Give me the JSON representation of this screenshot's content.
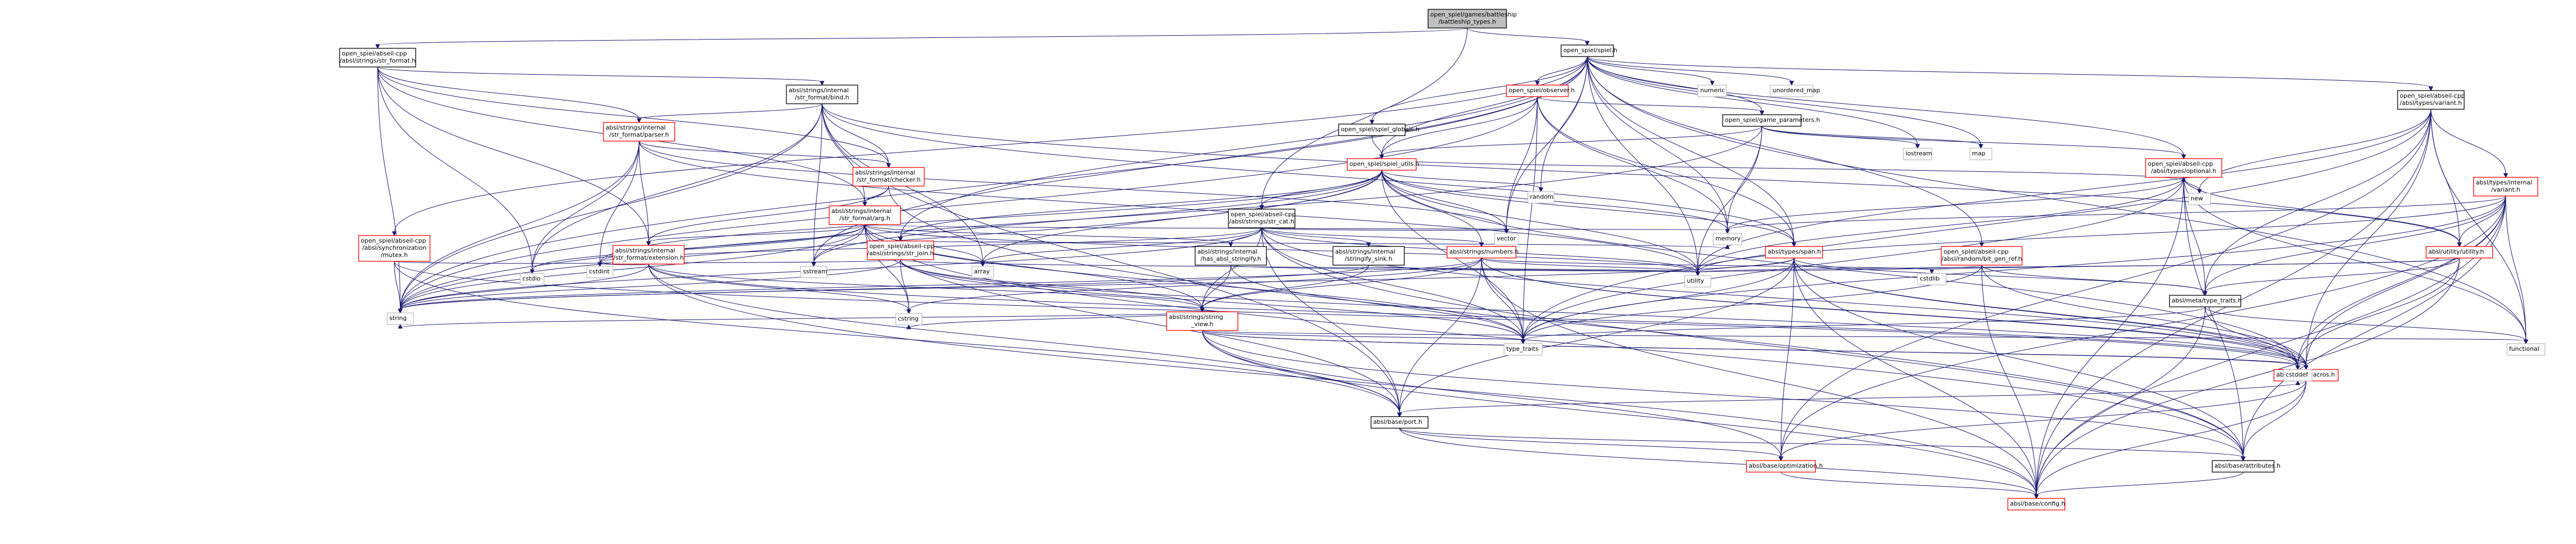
{
  "colors": {
    "root_fill": "#bfbfbf",
    "node_fill": "#ffffff",
    "node_border_linked": "#000000",
    "node_border_missing": "#ff0000",
    "system_border": "#bfbfbf",
    "edge": "#191970"
  },
  "nodes": [
    {
      "id": "battleship_types",
      "lines": [
        "open_spiel/games/battleship",
        "/battleship_types.h"
      ],
      "kind": "root"
    },
    {
      "id": "str_format",
      "lines": [
        "open_spiel/abseil-cpp",
        "/absl/strings/str_format.h"
      ],
      "kind": "file"
    },
    {
      "id": "spiel",
      "lines": [
        "open_spiel/spiel.h"
      ],
      "kind": "file"
    },
    {
      "id": "bind",
      "lines": [
        "absl/strings/internal",
        "/str_format/bind.h"
      ],
      "kind": "file"
    },
    {
      "id": "observer",
      "lines": [
        "open_spiel/observer.h"
      ],
      "kind": "missing"
    },
    {
      "id": "spiel_globals",
      "lines": [
        "open_spiel/spiel_globals.h"
      ],
      "kind": "file"
    },
    {
      "id": "game_parameters",
      "lines": [
        "open_spiel/game_parameters.h"
      ],
      "kind": "file"
    },
    {
      "id": "variant",
      "lines": [
        "open_spiel/abseil-cpp",
        "/absl/types/variant.h"
      ],
      "kind": "file"
    },
    {
      "id": "parser",
      "lines": [
        "absl/strings/internal",
        "/str_format/parser.h"
      ],
      "kind": "missing"
    },
    {
      "id": "checker",
      "lines": [
        "absl/strings/internal",
        "/str_format/checker.h"
      ],
      "kind": "missing"
    },
    {
      "id": "spiel_utils",
      "lines": [
        "open_spiel/spiel_utils.h"
      ],
      "kind": "missing"
    },
    {
      "id": "optional",
      "lines": [
        "open_spiel/abseil-cpp",
        "/absl/types/optional.h"
      ],
      "kind": "missing"
    },
    {
      "id": "variant_internal",
      "lines": [
        "absl/types/internal",
        "/variant.h"
      ],
      "kind": "missing"
    },
    {
      "id": "arg",
      "lines": [
        "absl/strings/internal",
        "/str_format/arg.h"
      ],
      "kind": "missing"
    },
    {
      "id": "str_cat",
      "lines": [
        "open_spiel/abseil-cpp",
        "/absl/strings/str_cat.h"
      ],
      "kind": "file"
    },
    {
      "id": "mutex",
      "lines": [
        "open_spiel/abseil-cpp",
        "/absl/synchronization",
        "/mutex.h"
      ],
      "kind": "missing"
    },
    {
      "id": "extension",
      "lines": [
        "absl/strings/internal",
        "/str_format/extension.h"
      ],
      "kind": "missing"
    },
    {
      "id": "str_join",
      "lines": [
        "open_spiel/abseil-cpp",
        "/absl/strings/str_join.h"
      ],
      "kind": "missing"
    },
    {
      "id": "has_stringify",
      "lines": [
        "absl/strings/internal",
        "/has_absl_stringify.h"
      ],
      "kind": "file"
    },
    {
      "id": "stringify_sink",
      "lines": [
        "absl/strings/internal",
        "/stringify_sink.h"
      ],
      "kind": "file"
    },
    {
      "id": "numbers",
      "lines": [
        "absl/strings/numbers.h"
      ],
      "kind": "missing"
    },
    {
      "id": "span",
      "lines": [
        "absl/types/span.h"
      ],
      "kind": "missing"
    },
    {
      "id": "bit_gen_ref",
      "lines": [
        "open_spiel/abseil-cpp",
        "/absl/random/bit_gen_ref.h"
      ],
      "kind": "missing"
    },
    {
      "id": "utility",
      "lines": [
        "absl/utility/utility.h"
      ],
      "kind": "missing"
    },
    {
      "id": "string_view",
      "lines": [
        "absl/strings/string",
        "_view.h"
      ],
      "kind": "missing"
    },
    {
      "id": "type_traits_h",
      "lines": [
        "absl/meta/type_traits.h"
      ],
      "kind": "file"
    },
    {
      "id": "macros",
      "lines": [
        "absl/base/macros.h"
      ],
      "kind": "missing"
    },
    {
      "id": "port",
      "lines": [
        "absl/base/port.h"
      ],
      "kind": "file"
    },
    {
      "id": "optimization",
      "lines": [
        "absl/base/optimization.h"
      ],
      "kind": "missing"
    },
    {
      "id": "attributes",
      "lines": [
        "absl/base/attributes.h"
      ],
      "kind": "file"
    },
    {
      "id": "config",
      "lines": [
        "absl/base/config.h"
      ],
      "kind": "missing"
    },
    {
      "id": "numeric",
      "lines": [
        "numeric"
      ],
      "kind": "system"
    },
    {
      "id": "unordered_map",
      "lines": [
        "unordered_map"
      ],
      "kind": "system"
    },
    {
      "id": "iostream",
      "lines": [
        "iostream"
      ],
      "kind": "system"
    },
    {
      "id": "map",
      "lines": [
        "map"
      ],
      "kind": "system"
    },
    {
      "id": "new",
      "lines": [
        "new"
      ],
      "kind": "system"
    },
    {
      "id": "random",
      "lines": [
        "random"
      ],
      "kind": "system"
    },
    {
      "id": "sstream",
      "lines": [
        "sstream"
      ],
      "kind": "system"
    },
    {
      "id": "array",
      "lines": [
        "array"
      ],
      "kind": "system"
    },
    {
      "id": "vector",
      "lines": [
        "vector"
      ],
      "kind": "system"
    },
    {
      "id": "memory",
      "lines": [
        "memory"
      ],
      "kind": "system"
    },
    {
      "id": "cstdio",
      "lines": [
        "cstdio"
      ],
      "kind": "system"
    },
    {
      "id": "cstdint",
      "lines": [
        "cstdint"
      ],
      "kind": "system"
    },
    {
      "id": "utility_std",
      "lines": [
        "utility"
      ],
      "kind": "system"
    },
    {
      "id": "cstdlib",
      "lines": [
        "cstdlib"
      ],
      "kind": "system"
    },
    {
      "id": "string",
      "lines": [
        "string"
      ],
      "kind": "system"
    },
    {
      "id": "cstring",
      "lines": [
        "cstring"
      ],
      "kind": "system"
    },
    {
      "id": "type_traits",
      "lines": [
        "type_traits"
      ],
      "kind": "system"
    },
    {
      "id": "functional",
      "lines": [
        "functional"
      ],
      "kind": "system"
    },
    {
      "id": "cstddef",
      "lines": [
        "cstddef"
      ],
      "kind": "system"
    }
  ],
  "edges": [
    [
      "battleship_types",
      "str_format"
    ],
    [
      "battleship_types",
      "spiel"
    ],
    [
      "battleship_types",
      "str_cat"
    ],
    [
      "str_format",
      "bind"
    ],
    [
      "str_format",
      "parser"
    ],
    [
      "str_format",
      "checker"
    ],
    [
      "str_format",
      "arg"
    ],
    [
      "str_format",
      "extension"
    ],
    [
      "str_format",
      "cstdio"
    ],
    [
      "str_format",
      "string"
    ],
    [
      "spiel",
      "observer"
    ],
    [
      "spiel",
      "spiel_globals"
    ],
    [
      "spiel",
      "game_parameters"
    ],
    [
      "spiel",
      "variant"
    ],
    [
      "spiel",
      "optional"
    ],
    [
      "spiel",
      "spiel_utils"
    ],
    [
      "spiel",
      "span"
    ],
    [
      "spiel",
      "bit_gen_ref"
    ],
    [
      "spiel",
      "mutex"
    ],
    [
      "spiel",
      "str_join"
    ],
    [
      "spiel",
      "numeric"
    ],
    [
      "spiel",
      "unordered_map"
    ],
    [
      "spiel",
      "iostream"
    ],
    [
      "spiel",
      "map"
    ],
    [
      "spiel",
      "random"
    ],
    [
      "spiel",
      "memory"
    ],
    [
      "spiel",
      "vector"
    ],
    [
      "spiel",
      "string"
    ],
    [
      "spiel",
      "utility_std"
    ],
    [
      "spiel",
      "functional"
    ],
    [
      "spiel",
      "sstream"
    ],
    [
      "bind",
      "parser"
    ],
    [
      "bind",
      "checker"
    ],
    [
      "bind",
      "arg"
    ],
    [
      "bind",
      "string"
    ],
    [
      "bind",
      "array"
    ],
    [
      "bind",
      "cstdio"
    ],
    [
      "bind",
      "sstream"
    ],
    [
      "bind",
      "span"
    ],
    [
      "bind",
      "port"
    ],
    [
      "bind",
      "utility"
    ],
    [
      "observer",
      "game_parameters"
    ],
    [
      "observer",
      "spiel_utils"
    ],
    [
      "observer",
      "span"
    ],
    [
      "observer",
      "memory"
    ],
    [
      "observer",
      "vector"
    ],
    [
      "observer",
      "string"
    ],
    [
      "observer",
      "type_traits"
    ],
    [
      "spiel_globals",
      "spiel_utils"
    ],
    [
      "game_parameters",
      "spiel_utils"
    ],
    [
      "game_parameters",
      "optional"
    ],
    [
      "game_parameters",
      "iostream"
    ],
    [
      "game_parameters",
      "map"
    ],
    [
      "game_parameters",
      "memory"
    ],
    [
      "game_parameters",
      "utility_std"
    ],
    [
      "game_parameters",
      "string"
    ],
    [
      "variant",
      "variant_internal"
    ],
    [
      "variant",
      "utility"
    ],
    [
      "variant",
      "type_traits_h"
    ],
    [
      "variant",
      "new"
    ],
    [
      "variant",
      "functional"
    ],
    [
      "variant",
      "type_traits"
    ],
    [
      "variant",
      "config"
    ],
    [
      "variant",
      "macros"
    ],
    [
      "variant",
      "optimization"
    ],
    [
      "variant",
      "utility_std"
    ],
    [
      "parser",
      "checker"
    ],
    [
      "parser",
      "extension"
    ],
    [
      "parser",
      "cstdint"
    ],
    [
      "parser",
      "string"
    ],
    [
      "parser",
      "cstdio"
    ],
    [
      "parser",
      "vector"
    ],
    [
      "parser",
      "utility_std"
    ],
    [
      "checker",
      "arg"
    ],
    [
      "checker",
      "extension"
    ],
    [
      "checker",
      "attributes"
    ],
    [
      "spiel_utils",
      "str_cat"
    ],
    [
      "spiel_utils",
      "str_join"
    ],
    [
      "spiel_utils",
      "optional"
    ],
    [
      "spiel_utils",
      "span"
    ],
    [
      "spiel_utils",
      "random"
    ],
    [
      "spiel_utils",
      "memory"
    ],
    [
      "spiel_utils",
      "vector"
    ],
    [
      "spiel_utils",
      "array"
    ],
    [
      "spiel_utils",
      "cstdint"
    ],
    [
      "spiel_utils",
      "sstream"
    ],
    [
      "spiel_utils",
      "string"
    ],
    [
      "spiel_utils",
      "type_traits"
    ],
    [
      "spiel_utils",
      "utility_std"
    ],
    [
      "spiel_utils",
      "numbers"
    ],
    [
      "spiel_utils",
      "cstddef"
    ],
    [
      "optional",
      "utility"
    ],
    [
      "optional",
      "type_traits_h"
    ],
    [
      "optional",
      "memory"
    ],
    [
      "optional",
      "utility_std"
    ],
    [
      "optional",
      "type_traits"
    ],
    [
      "optional",
      "functional"
    ],
    [
      "optional",
      "config"
    ],
    [
      "optional",
      "attributes"
    ],
    [
      "optional",
      "new"
    ],
    [
      "variant_internal",
      "utility"
    ],
    [
      "variant_internal",
      "type_traits_h"
    ],
    [
      "variant_internal",
      "memory"
    ],
    [
      "variant_internal",
      "cstddef"
    ],
    [
      "variant_internal",
      "stdexcept_x"
    ],
    [
      "variant_internal",
      "macros"
    ],
    [
      "variant_internal",
      "config"
    ],
    [
      "variant_internal",
      "utility_std"
    ],
    [
      "variant_internal",
      "type_traits"
    ],
    [
      "variant_internal",
      "functional"
    ],
    [
      "variant_internal",
      "optimization"
    ],
    [
      "variant_internal",
      "attributes"
    ],
    [
      "arg",
      "extension"
    ],
    [
      "arg",
      "has_stringify"
    ],
    [
      "arg",
      "string_view"
    ],
    [
      "arg",
      "port"
    ],
    [
      "arg",
      "string"
    ],
    [
      "arg",
      "cstring"
    ],
    [
      "arg",
      "sstream"
    ],
    [
      "arg",
      "type_traits"
    ],
    [
      "arg",
      "cstdio"
    ],
    [
      "arg",
      "array"
    ],
    [
      "arg",
      "cstdint"
    ],
    [
      "arg",
      "memory"
    ],
    [
      "arg",
      "utility_std"
    ],
    [
      "arg",
      "attributes"
    ],
    [
      "str_cat",
      "has_stringify"
    ],
    [
      "str_cat",
      "stringify_sink"
    ],
    [
      "str_cat",
      "numbers"
    ],
    [
      "str_cat",
      "string_view"
    ],
    [
      "str_cat",
      "port"
    ],
    [
      "str_cat",
      "array"
    ],
    [
      "str_cat",
      "cstdint"
    ],
    [
      "str_cat",
      "string"
    ],
    [
      "str_cat",
      "type_traits"
    ],
    [
      "str_cat",
      "vector"
    ],
    [
      "str_cat",
      "utility_std"
    ],
    [
      "str_cat",
      "cstddef"
    ],
    [
      "str_cat",
      "attributes"
    ],
    [
      "mutex",
      "cstdint"
    ],
    [
      "mutex",
      "string"
    ],
    [
      "mutex",
      "port"
    ],
    [
      "mutex",
      "cstddef"
    ],
    [
      "extension",
      "string_view"
    ],
    [
      "extension",
      "cstdint"
    ],
    [
      "extension",
      "cstring"
    ],
    [
      "extension",
      "port"
    ],
    [
      "extension",
      "config"
    ],
    [
      "extension",
      "string"
    ],
    [
      "extension",
      "macros"
    ],
    [
      "str_join",
      "string_view"
    ],
    [
      "str_join",
      "string"
    ],
    [
      "str_join",
      "macros"
    ],
    [
      "str_join",
      "cstdint"
    ],
    [
      "str_join",
      "cstring"
    ],
    [
      "str_join",
      "memory"
    ],
    [
      "str_join",
      "type_traits"
    ],
    [
      "str_join",
      "utility_std"
    ],
    [
      "has_stringify",
      "string_view"
    ],
    [
      "has_stringify",
      "utility_std"
    ],
    [
      "has_stringify",
      "type_traits"
    ],
    [
      "stringify_sink",
      "string"
    ],
    [
      "stringify_sink",
      "utility_std"
    ],
    [
      "stringify_sink",
      "string_view"
    ],
    [
      "numbers",
      "string_view"
    ],
    [
      "numbers",
      "port"
    ],
    [
      "numbers",
      "macros"
    ],
    [
      "numbers",
      "config"
    ],
    [
      "numbers",
      "type_traits"
    ],
    [
      "numbers",
      "string"
    ],
    [
      "numbers",
      "cstdlib"
    ],
    [
      "numbers",
      "cstring"
    ],
    [
      "numbers",
      "cstddef"
    ],
    [
      "numbers",
      "utility_std"
    ],
    [
      "span",
      "type_traits_h"
    ],
    [
      "span",
      "macros"
    ],
    [
      "span",
      "port"
    ],
    [
      "span",
      "config"
    ],
    [
      "span",
      "optimization"
    ],
    [
      "span",
      "attributes"
    ],
    [
      "span",
      "cstddef"
    ],
    [
      "span",
      "type_traits"
    ],
    [
      "span",
      "utility_std"
    ],
    [
      "span",
      "string"
    ],
    [
      "bit_gen_ref",
      "type_traits_h"
    ],
    [
      "bit_gen_ref",
      "macros"
    ],
    [
      "bit_gen_ref",
      "utility_std"
    ],
    [
      "bit_gen_ref",
      "type_traits"
    ],
    [
      "bit_gen_ref",
      "config"
    ],
    [
      "utility",
      "type_traits_h"
    ],
    [
      "utility",
      "cstdlib"
    ],
    [
      "utility",
      "cstddef"
    ],
    [
      "utility",
      "utility_std"
    ],
    [
      "utility",
      "config"
    ],
    [
      "utility",
      "tuple_x"
    ],
    [
      "string_view",
      "macros"
    ],
    [
      "string_view",
      "port"
    ],
    [
      "string_view",
      "config"
    ],
    [
      "string_view",
      "optimization"
    ],
    [
      "string_view",
      "attributes"
    ],
    [
      "string_view",
      "cstring"
    ],
    [
      "string_view",
      "string"
    ],
    [
      "string_view",
      "type_traits"
    ],
    [
      "string_view",
      "cstddef"
    ],
    [
      "string_view",
      "functional"
    ],
    [
      "type_traits_h",
      "type_traits"
    ],
    [
      "type_traits_h",
      "cstddef"
    ],
    [
      "type_traits_h",
      "functional"
    ],
    [
      "type_traits_h",
      "config"
    ],
    [
      "macros",
      "cstddef"
    ],
    [
      "macros",
      "attributes"
    ],
    [
      "macros",
      "config"
    ],
    [
      "macros",
      "optimization"
    ],
    [
      "macros",
      "port"
    ],
    [
      "port",
      "attributes"
    ],
    [
      "port",
      "config"
    ],
    [
      "port",
      "optimization"
    ],
    [
      "optimization",
      "config"
    ],
    [
      "attributes",
      "config"
    ]
  ]
}
